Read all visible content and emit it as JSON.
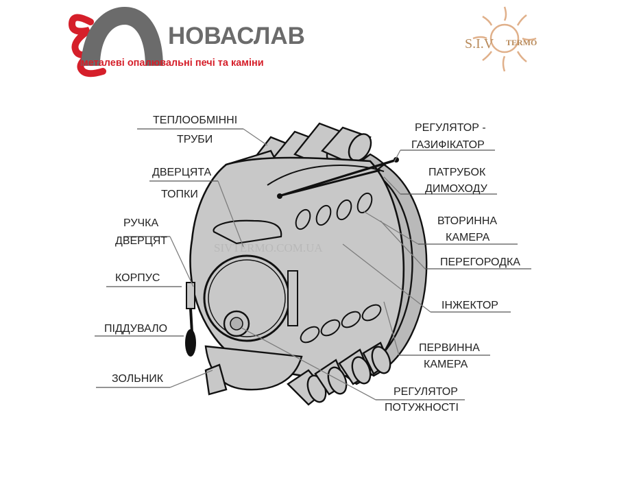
{
  "brand": {
    "name": "НОВАСЛАВ",
    "tagline": "металеві опалювальні печі та каміни",
    "colors": {
      "red": "#d51f2a",
      "gray": "#6b6b6b"
    }
  },
  "partner_logo": {
    "text_main": "S.I.V",
    "text_sub": "TERMO",
    "color": "#b88a5a"
  },
  "watermark": "SIVTERMO.COM.UA",
  "labels": {
    "heat_tubes": [
      "ТЕПЛООБМІННІ",
      "ТРУБИ"
    ],
    "firebox_door": [
      "ДВЕРЦЯТА",
      "ТОПКИ"
    ],
    "door_handle": [
      "РУЧКА",
      "ДВЕРЦЯТ"
    ],
    "body": [
      "КОРПУС"
    ],
    "blower": [
      "ПІДДУВАЛО"
    ],
    "ash_pan": [
      "ЗОЛЬНИК"
    ],
    "gasifier": [
      "РЕГУЛЯТОР -",
      "ГАЗИФІКАТОР"
    ],
    "chimney": [
      "ПАТРУБОК",
      "ДИМОХОДУ"
    ],
    "secondary": [
      "ВТОРИННА",
      "КАМЕРА"
    ],
    "partition": [
      "ПЕРЕГОРОДКА"
    ],
    "injector": [
      "ІНЖЕКТОР"
    ],
    "primary": [
      "ПЕРВИННА",
      "КАМЕРА"
    ],
    "power_reg": [
      "РЕГУЛЯТОР",
      "ПОТУЖНОСТІ"
    ]
  }
}
